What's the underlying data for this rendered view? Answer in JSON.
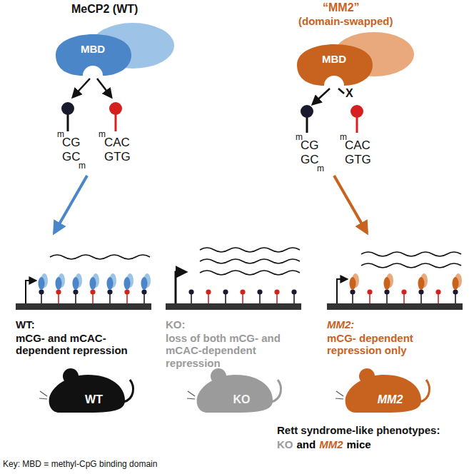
{
  "diagram": {
    "nodes": [
      {
        "text": [
          "MBD"
        ]
      },
      {
        "text": [
          "MBD"
        ]
      },
      {
        "text": [
          "WT"
        ]
      },
      {
        "text": [
          "KO"
        ]
      },
      {
        "text": [
          "MM2"
        ]
      }
    ],
    "labels": [
      "MeCP2 (WT)",
      "m",
      "CG",
      "GC",
      "m",
      "m",
      "CAC",
      "GTG",
      "“MM2”",
      "(domain-swapped)",
      "X",
      "m",
      "CG",
      "GC",
      "m",
      "m",
      "CAC",
      "GTG",
      "WT:",
      "mCG- and mCAC-dependent repression",
      "KO:",
      "loss of both mCG- and mCAC-dependent repression",
      "MM2:",
      "mCG- dependent repression only",
      "Rett syndrome-like phenotypes:",
      "KO",
      "and",
      "MM2",
      "mice",
      "Key: MBD = methyl-CpG binding domain"
    ]
  }
}
